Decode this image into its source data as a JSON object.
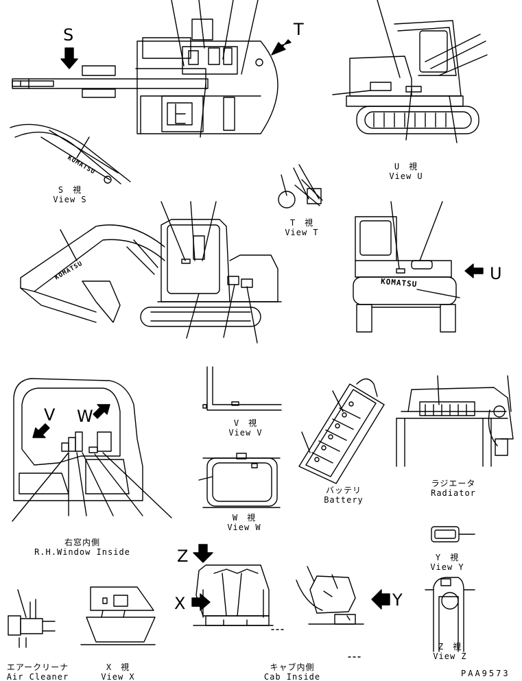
{
  "view_letters": {
    "S": "S",
    "T": "T",
    "U": "U",
    "V": "V",
    "W": "W",
    "X": "X",
    "Y": "Y",
    "Z": "Z"
  },
  "captions": {
    "view_s": {
      "jp": "S　視",
      "en": "View S"
    },
    "view_t": {
      "jp": "T　視",
      "en": "View T"
    },
    "view_u": {
      "jp": "U　視",
      "en": "View U"
    },
    "view_v": {
      "jp": "V　視",
      "en": "View V"
    },
    "view_w": {
      "jp": "W　視",
      "en": "View W"
    },
    "view_x": {
      "jp": "X　視",
      "en": "View X"
    },
    "view_y": {
      "jp": "Y　視",
      "en": "View Y"
    },
    "view_z": {
      "jp": "Z　視",
      "en": "View Z"
    },
    "battery": {
      "jp": "バッテリ",
      "en": "Battery"
    },
    "radiator": {
      "jp": "ラジエータ",
      "en": "Radiator"
    },
    "rh_window": {
      "jp": "右窓内側",
      "en": "R.H.Window Inside"
    },
    "air_cleaner": {
      "jp": "エアークリーナ",
      "en": "Air Cleaner"
    },
    "cab_inside": {
      "jp": "キャブ内側",
      "en": "Cab Inside"
    }
  },
  "brand_text": "KOMATSU",
  "drawing_code": "PAA9573"
}
